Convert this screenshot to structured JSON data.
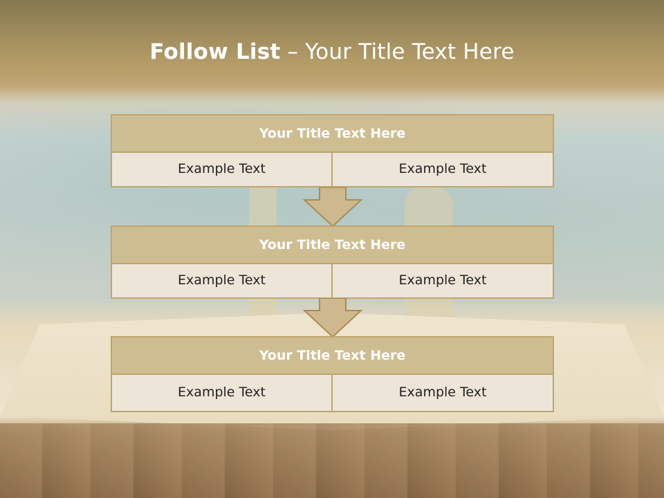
{
  "title": {
    "bold": "Follow List",
    "rest": " – Your Title Text Here"
  },
  "blocks": [
    {
      "heading": "Your Title Text Here",
      "left": "Example Text",
      "right": "Example Text"
    },
    {
      "heading": "Your Title Text Here",
      "left": "Example Text",
      "right": "Example Text"
    },
    {
      "heading": "Your Title Text Here",
      "left": "Example Text",
      "right": "Example Text"
    }
  ],
  "colors": {
    "header_fill": "#cfbd92",
    "border": "#bfa56c",
    "cell_fill": "#ede5d8",
    "arrow_fill": "#cdb98d"
  }
}
